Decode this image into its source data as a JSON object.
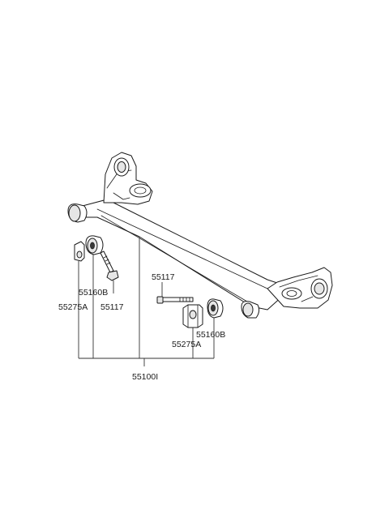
{
  "labels": {
    "left_bushing": "55160B",
    "left_washer": "55275A",
    "left_bolt": "55117",
    "right_bolt": "55117",
    "right_bushing": "55160B",
    "right_washer": "55275A",
    "assembly": "55100I"
  }
}
